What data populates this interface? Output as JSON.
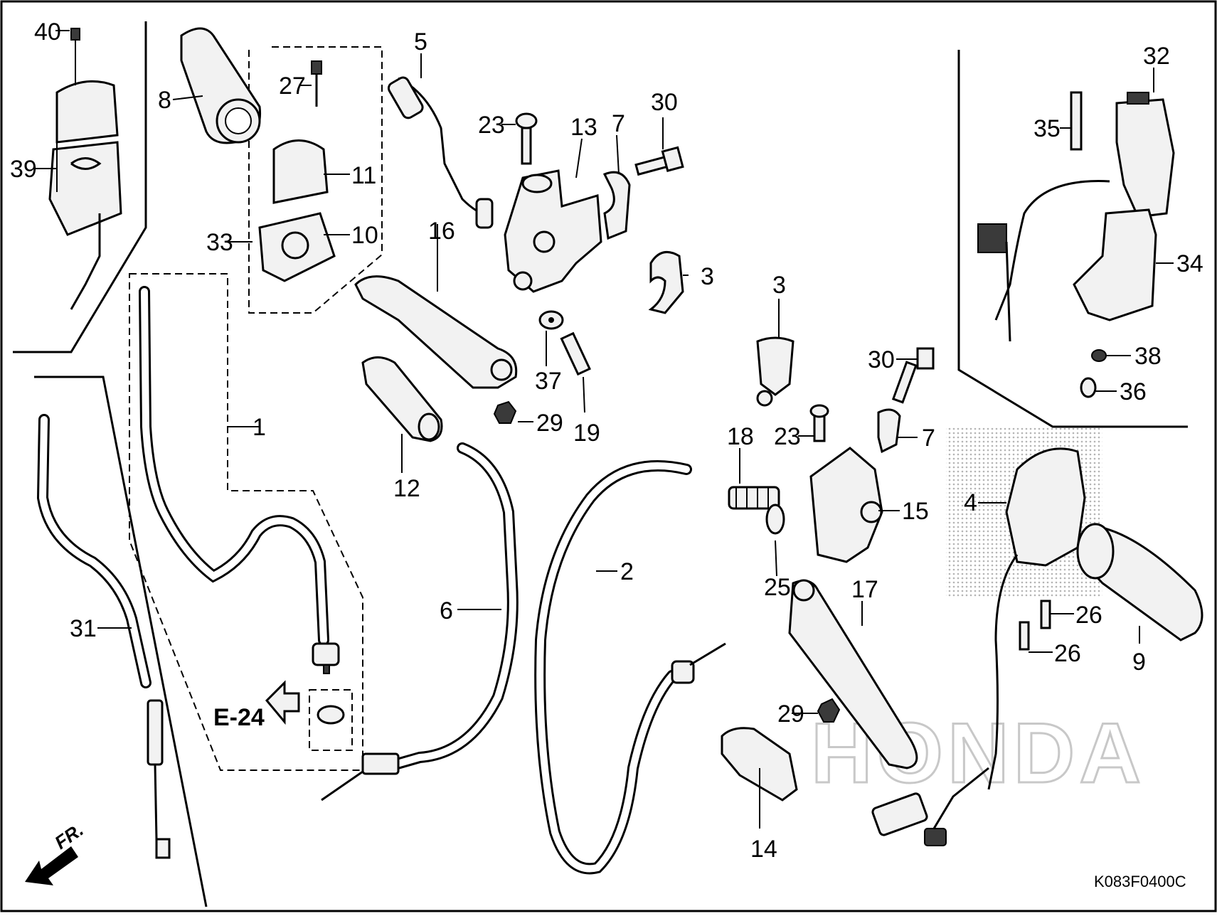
{
  "diagram": {
    "drawing_code": "K083F0400C",
    "reference": "E-24",
    "direction_label": "FR.",
    "watermark": "HONDA",
    "callouts": [
      {
        "id": "c40",
        "label": "40"
      },
      {
        "id": "c39",
        "label": "39"
      },
      {
        "id": "c8",
        "label": "8"
      },
      {
        "id": "c27",
        "label": "27"
      },
      {
        "id": "c11",
        "label": "11"
      },
      {
        "id": "c33",
        "label": "33"
      },
      {
        "id": "c10",
        "label": "10"
      },
      {
        "id": "c5",
        "label": "5"
      },
      {
        "id": "c23a",
        "label": "23"
      },
      {
        "id": "c13",
        "label": "13"
      },
      {
        "id": "c7a",
        "label": "7"
      },
      {
        "id": "c30a",
        "label": "30"
      },
      {
        "id": "c16",
        "label": "16"
      },
      {
        "id": "c3a",
        "label": "3"
      },
      {
        "id": "c37",
        "label": "37"
      },
      {
        "id": "c19",
        "label": "19"
      },
      {
        "id": "c29a",
        "label": "29"
      },
      {
        "id": "c12",
        "label": "12"
      },
      {
        "id": "c1",
        "label": "1"
      },
      {
        "id": "c32",
        "label": "32"
      },
      {
        "id": "c35",
        "label": "35"
      },
      {
        "id": "c34",
        "label": "34"
      },
      {
        "id": "c38",
        "label": "38"
      },
      {
        "id": "c36",
        "label": "36"
      },
      {
        "id": "c3b",
        "label": "3"
      },
      {
        "id": "c30b",
        "label": "30"
      },
      {
        "id": "c18",
        "label": "18"
      },
      {
        "id": "c23b",
        "label": "23"
      },
      {
        "id": "c7b",
        "label": "7"
      },
      {
        "id": "c15",
        "label": "15"
      },
      {
        "id": "c4",
        "label": "4"
      },
      {
        "id": "c25",
        "label": "25"
      },
      {
        "id": "c17",
        "label": "17"
      },
      {
        "id": "c2",
        "label": "2"
      },
      {
        "id": "c6",
        "label": "6"
      },
      {
        "id": "c31",
        "label": "31"
      },
      {
        "id": "c26a",
        "label": "26"
      },
      {
        "id": "c26b",
        "label": "26"
      },
      {
        "id": "c9",
        "label": "9"
      },
      {
        "id": "c29b",
        "label": "29"
      },
      {
        "id": "c14",
        "label": "14"
      }
    ]
  }
}
